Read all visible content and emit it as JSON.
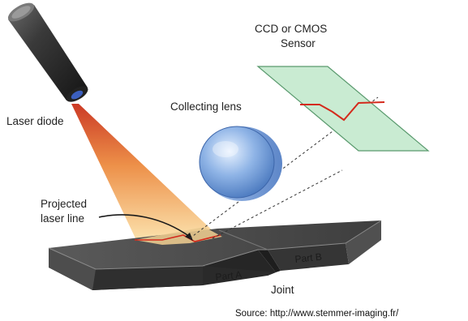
{
  "labels": {
    "sensor_line1": "CCD or CMOS",
    "sensor_line2": "Sensor",
    "collecting_lens": "Collecting lens",
    "laser_diode": "Laser diode",
    "projected_line1": "Projected",
    "projected_line2": "laser line",
    "part_a": "Part A",
    "part_b": "Part B",
    "joint": "Joint"
  },
  "source": "Source: http://www.stemmer-imaging.fr/",
  "colors": {
    "laser_beam_near": "#cf3a1a",
    "laser_beam_far": "#f6c07a",
    "sensor_plate": "#c9ebd2",
    "sensor_profile": "#d42a1c",
    "lens": "#6f9bd6",
    "workpiece": "#4a4a4a"
  },
  "icons": {
    "laser_diode": "cylinder-laser-icon",
    "lens": "convex-lens-icon",
    "sensor": "sensor-plate-icon"
  }
}
